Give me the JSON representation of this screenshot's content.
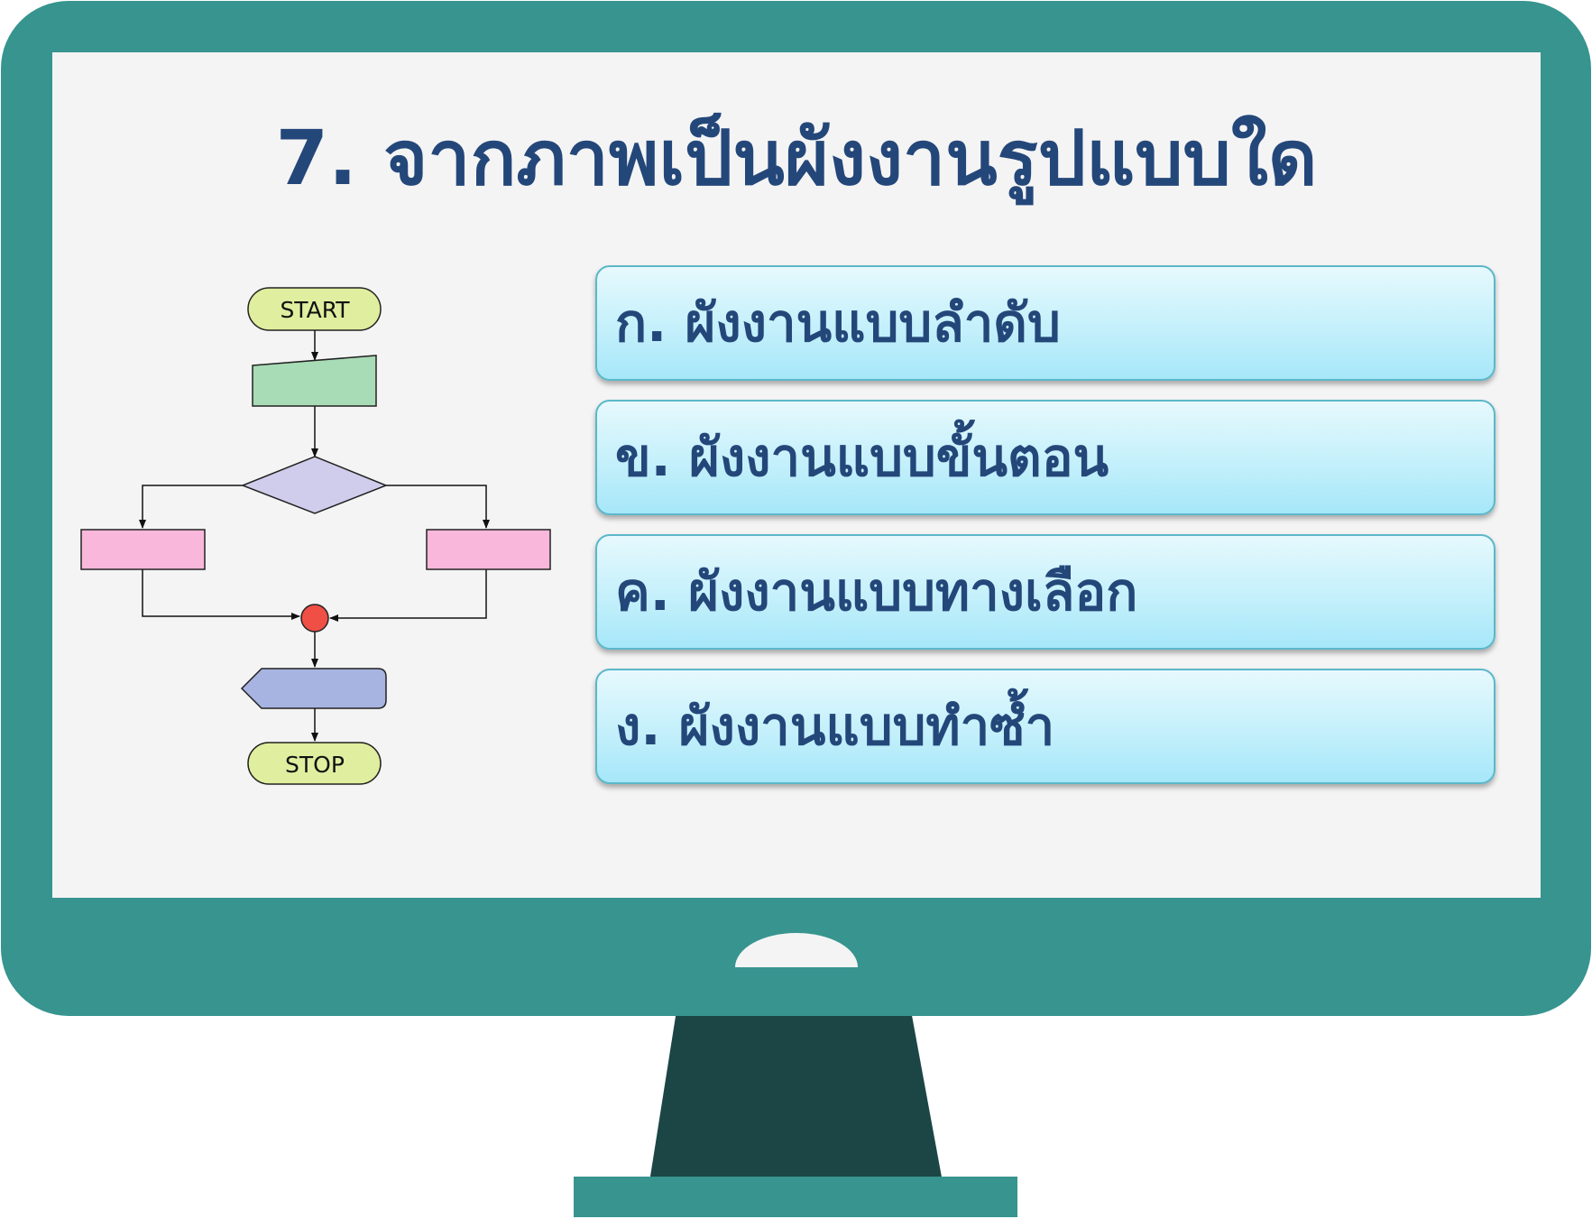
{
  "question": {
    "title": "7. จากภาพเป็นผังงานรูปแบบใด"
  },
  "options": [
    {
      "label": "ก. ผังงานแบบลำดับ"
    },
    {
      "label": "ข. ผังงานแบบขั้นตอน"
    },
    {
      "label": "ค. ผังงานแบบทางเลือก"
    },
    {
      "label": "ง. ผังงานแบบทำซ้ำ"
    }
  ],
  "flowchart": {
    "start_label": "START",
    "stop_label": "STOP"
  },
  "colors": {
    "monitor_frame": "#37948f",
    "monitor_stand": "#1c4646",
    "screen_background": "#f4f4f4",
    "title_text": "#24477a",
    "option_fill": "#c4f0fb",
    "terminal_fill": "#e0ee9f",
    "input_fill": "#a8dcb7",
    "decision_fill": "#d0cdec",
    "process_fill": "#f9b8db",
    "connector_fill": "#ef4f45",
    "display_fill": "#a7b4e2"
  }
}
